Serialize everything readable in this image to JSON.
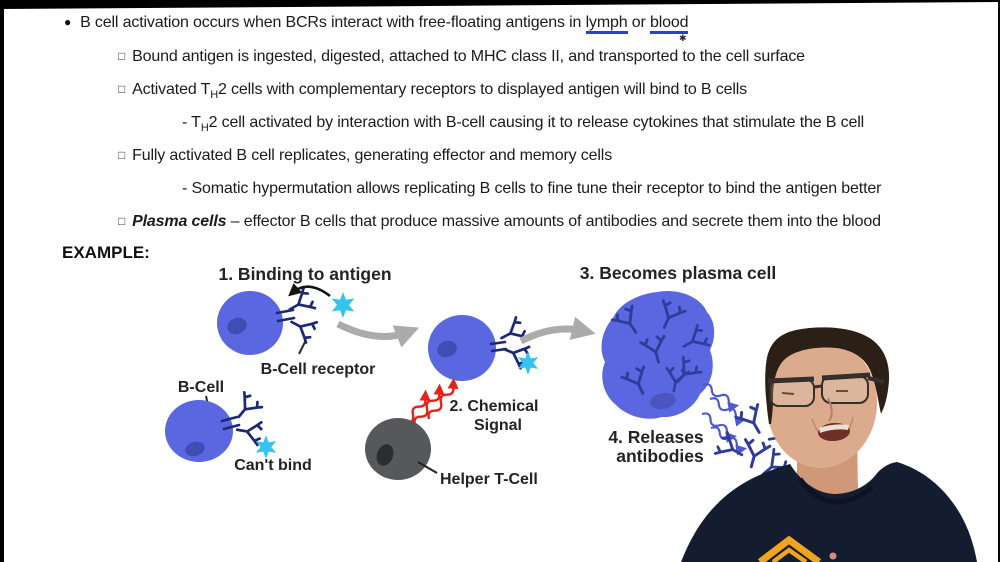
{
  "colors": {
    "cell_blue": "#5a67e0",
    "nucleus_blue": "#3f4db4",
    "plasma_nucleus_blue": "#4a55c0",
    "receptor_navy": "#1c2878",
    "antibody_navy": "#303c9c",
    "antigen_cyan": "#35c3f0",
    "tcell_gray": "#57585a",
    "tcell_nucleus": "#2c2d2f",
    "signal_red": "#e62117",
    "release_blue": "#4d58d2",
    "arrow_gray": "#ababab",
    "underline_blue": "#2b3fd8",
    "shirt_navy": "#141d30",
    "logo_orange": "#f0a41f"
  },
  "notes": {
    "bullet_glyph": "●",
    "square_glyph": "□",
    "annotation_mark": "✱",
    "line1": {
      "pre": "B cell activation occurs when BCRs interact with free-floating antigens in ",
      "underlined1": "lymph",
      "mid": " or ",
      "underlined2": "blood"
    },
    "line2": "Bound antigen is ingested, digested, attached to MHC class II, and transported to the cell surface",
    "line3": {
      "pre": "Activated T",
      "sub": "H",
      "post": "2 cells with complementary receptors to displayed antigen will bind to B cells"
    },
    "line4": {
      "pre": "- T",
      "sub": "H",
      "post": "2 cell activated by interaction with B-cell causing it to release cytokines that stimulate the B cell"
    },
    "line5": "Fully activated B cell replicates, generating effector and memory cells",
    "line6": "- Somatic hypermutation allows replicating B cells to fine tune their receptor to bind the antigen better",
    "line7": {
      "term": "Plasma cells",
      "rest": " – effector B cells that produce massive amounts of antibodies and secrete them into the blood"
    },
    "example_label": "EXAMPLE:"
  },
  "diagram": {
    "step1_label": "1. Binding to antigen",
    "b_cell_receptor_label": "B-Cell receptor",
    "b_cell_label": "B-Cell",
    "cant_bind_label": "Can't bind",
    "step2_label_line1": "2. Chemical",
    "step2_label_line2": "Signal",
    "helper_t_cell_label": "Helper T-Cell",
    "step3_label": "3. Becomes plasma cell",
    "step4_label_line1": "4. Releases",
    "step4_label_line2": "antibodies"
  }
}
